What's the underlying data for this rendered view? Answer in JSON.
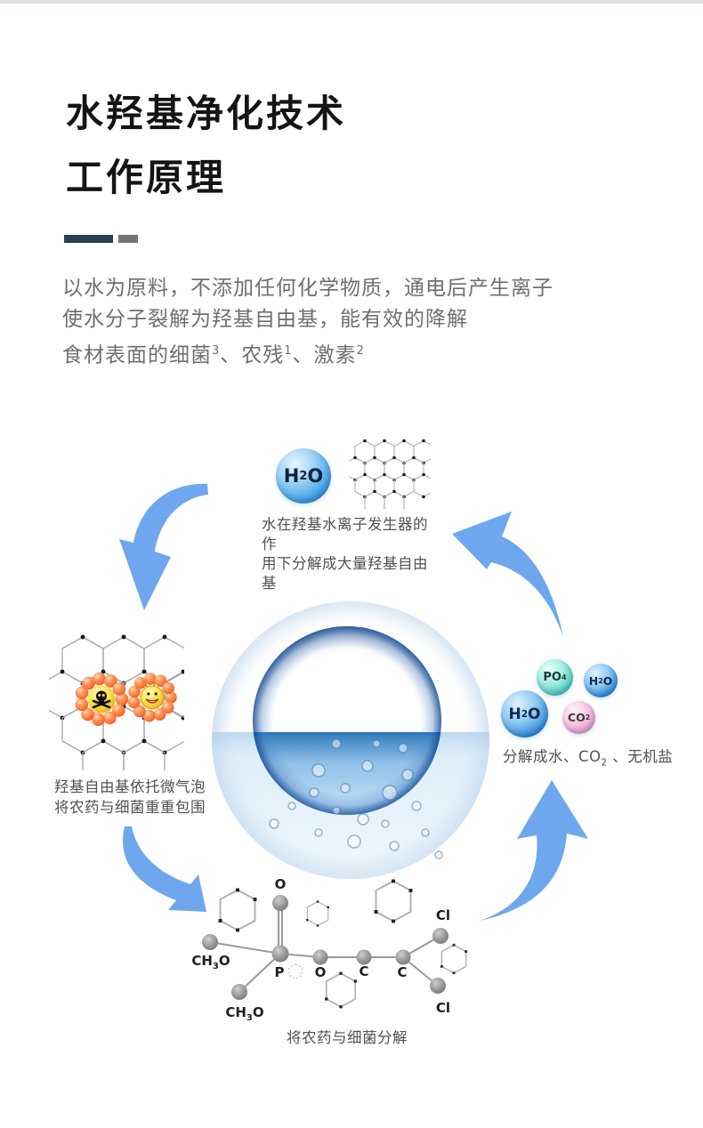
{
  "page": {
    "title_line1": "水羟基净化技术",
    "title_line2": "工作原理"
  },
  "intro": {
    "line1": "以水为原料，不添加任何化学物质，通电后产生离子",
    "line2": "使水分子裂解为羟基自由基，能有效的降解",
    "line3_seg1": "食材表面的细菌",
    "line3_sup1": "3",
    "line3_seg2": "、农残",
    "line3_sup2": "1",
    "line3_seg3": "、激素",
    "line3_sup3": "2"
  },
  "cycle": {
    "h2o_ball": {
      "seg1": "H",
      "sub": "2",
      "seg2": "O"
    },
    "step1_line1": "水在羟基水离子发生器的作",
    "step1_line2": "用下分解成大量羟基自由基",
    "step2_line1": "羟基自由基依托微气泡",
    "step2_line2": "将农药与细菌重重包围",
    "step3_caption": "将农药与细菌分解",
    "step4_seg1": "分解成水、CO",
    "step4_sub": "2",
    "step4_seg2": " 、无机盐",
    "bubbles": {
      "po4": {
        "seg1": "PO",
        "sub": "4"
      },
      "h2o_small": {
        "seg1": "H",
        "sub": "2",
        "seg2": "O"
      },
      "h2o_large": {
        "seg1": "H",
        "sub": "2",
        "seg2": "O"
      },
      "co2": {
        "seg1": "CO",
        "sub": "2"
      }
    },
    "molecule": {
      "o_top": "O",
      "ch3o_left": {
        "seg1": "CH",
        "sub": "3",
        "seg2": "O"
      },
      "ch3o_bottom": {
        "seg1": "CH",
        "sub": "3",
        "seg2": "O"
      },
      "p": "P",
      "o_mid": "O",
      "c1": "C",
      "c2": "C",
      "cl_top": "Cl",
      "cl_bottom": "Cl"
    }
  },
  "colors": {
    "accent_navy": "#2b3e55",
    "accent_gray": "#757575",
    "arrow_blue": "#6fa7ee",
    "body_text_gray": "#6f6f6f",
    "caption_gray": "#515151"
  }
}
